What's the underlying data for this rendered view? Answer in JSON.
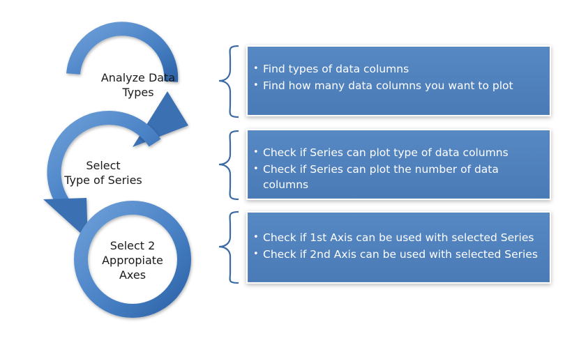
{
  "steps": [
    {
      "label_lines": [
        "Analyze Data",
        "Types"
      ]
    },
    {
      "label_lines": [
        "Select",
        "Type of Series"
      ]
    },
    {
      "label_lines": [
        "Select 2",
        "Appropiate",
        "Axes"
      ]
    }
  ],
  "panels": [
    {
      "bullets": [
        "Find types of data columns",
        "Find how many data columns you want to plot"
      ]
    },
    {
      "bullets": [
        "Check if Series can plot type of data columns",
        "Check if Series can plot the number of data columns"
      ]
    },
    {
      "bullets": [
        "Check if 1st Axis can be used with selected Series",
        "Check if 2nd Axis can be used with selected Series"
      ]
    }
  ],
  "bullet_symbol": "•",
  "colors": {
    "arrow_light": "#6d9fd8",
    "arrow_dark": "#2d63a8",
    "panel_fill": "#4f81bd",
    "panel_text": "#ffffff",
    "brace": "#3c6aa2"
  }
}
